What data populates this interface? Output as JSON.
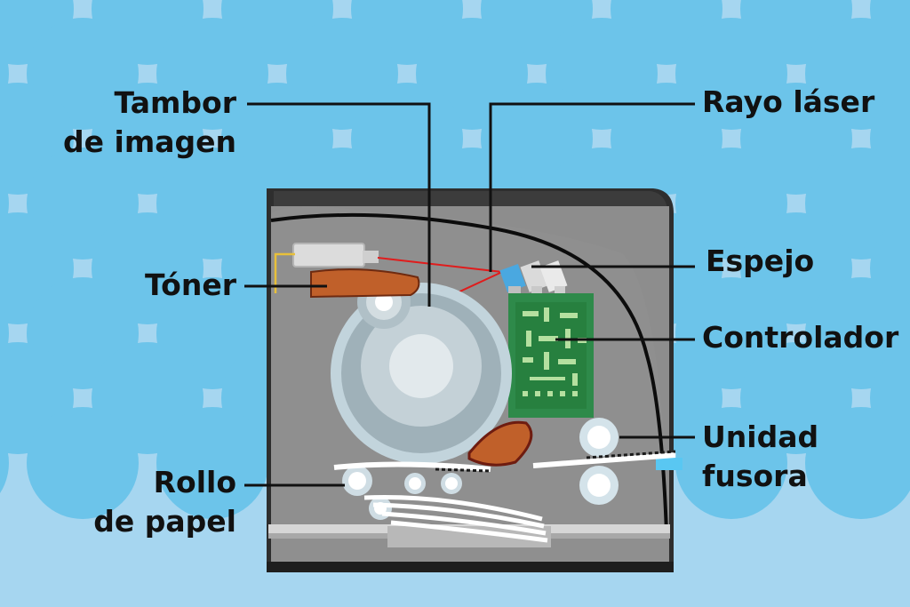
{
  "diagram": {
    "labels": {
      "tambor": [
        "Tambor",
        "de imagen"
      ],
      "toner": "Tóner",
      "rollo": [
        "Rollo",
        "de papel"
      ],
      "rayo": "Rayo láser",
      "espejo": "Espejo",
      "controlador": "Controlador",
      "unidad": [
        "Unidad",
        "fusora"
      ]
    },
    "colors": {
      "background": "#a6d6f0",
      "dots": "#6cc4ea",
      "printer_body": "#2e2e2e",
      "printer_interior": "#8d8d8d",
      "drum": "#c2d4dc",
      "toner": "#c0602a",
      "circuit_board": "#2e8a4a",
      "laser": "#e01c1c",
      "mirror": "#4aa8e0",
      "label_text": "#111111"
    },
    "icons": [
      "laser-unit-icon",
      "mirror-icon",
      "circuit-board-icon",
      "image-drum-icon",
      "toner-icon",
      "paper-roller-icon",
      "fuser-roller-icon",
      "paper-stack-icon"
    ]
  }
}
